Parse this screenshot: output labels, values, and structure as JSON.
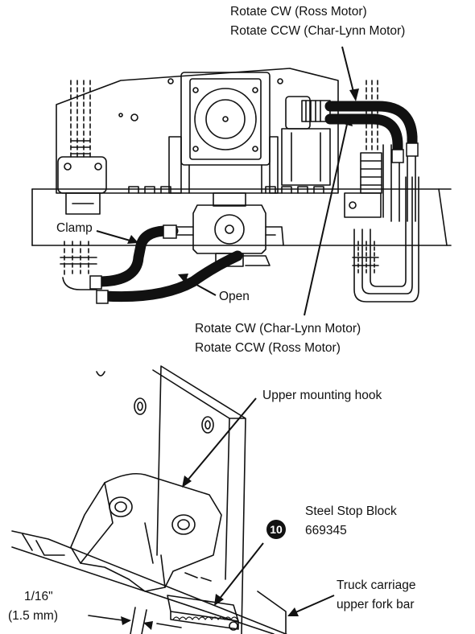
{
  "top_diagram": {
    "label_cw_ross": "Rotate CW (Ross Motor)",
    "label_ccw_charlynn": "Rotate CCW (Char-Lynn Motor)",
    "label_clamp": "Clamp",
    "label_open": "Open",
    "label_cw_charlynn": "Rotate CW (Char-Lynn Motor)",
    "label_ccw_ross": "Rotate CCW (Ross Motor)"
  },
  "bottom_diagram": {
    "label_upper_hook": "Upper mounting hook",
    "label_stop_block": "Steel Stop Block",
    "part_number": "669345",
    "callout_number": "10",
    "label_truck_carriage_1": "Truck carriage",
    "label_truck_carriage_2": "upper fork bar",
    "dim_imperial": "1/16\"",
    "dim_metric": "(1.5 mm)"
  },
  "colors": {
    "ink": "#111111",
    "paper": "#ffffff"
  }
}
